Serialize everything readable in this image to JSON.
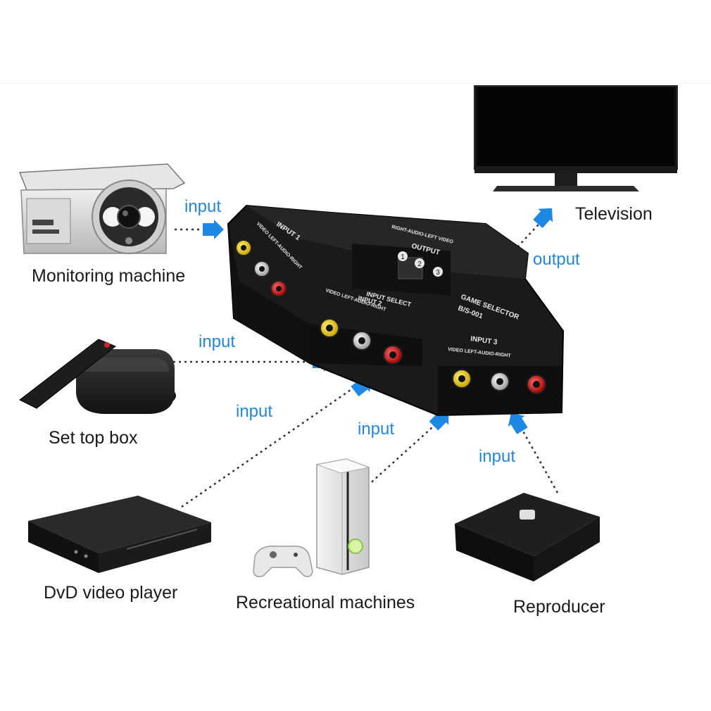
{
  "colors": {
    "flow_text": "#2288dd",
    "arrow": "#1e88e5",
    "device_body": "#1c1c1c",
    "label_text": "#1a1a1a"
  },
  "devices": {
    "monitoring": {
      "label": "Monitoring machine",
      "icon": "security-camera"
    },
    "settop": {
      "label": "Set top box",
      "icon": "set-top-box"
    },
    "dvd": {
      "label": "DvD video player",
      "icon": "dvd-player"
    },
    "recreational": {
      "label": "Recreational machines",
      "icon": "game-console"
    },
    "reproducer": {
      "label": "Reproducer",
      "icon": "media-player"
    },
    "television": {
      "label": "Television",
      "icon": "television"
    }
  },
  "flows": {
    "monitoring": "input",
    "settop": "input",
    "dvd": "input",
    "recreational": "input",
    "reproducer": "input",
    "television": "output"
  },
  "selector": {
    "input1": "INPUT 1",
    "input2": "INPUT 2",
    "input3": "INPUT 3",
    "av_row": "VIDEO LEFT-AUDIO-RIGHT",
    "output_label": "OUTPUT",
    "output_row": "RIGHT-AUDIO-LEFT VIDEO",
    "input_select": "INPUT SELECT",
    "title": "GAME SELECTOR",
    "model": "B/S-001",
    "buttons": [
      "1",
      "2",
      "3"
    ]
  }
}
